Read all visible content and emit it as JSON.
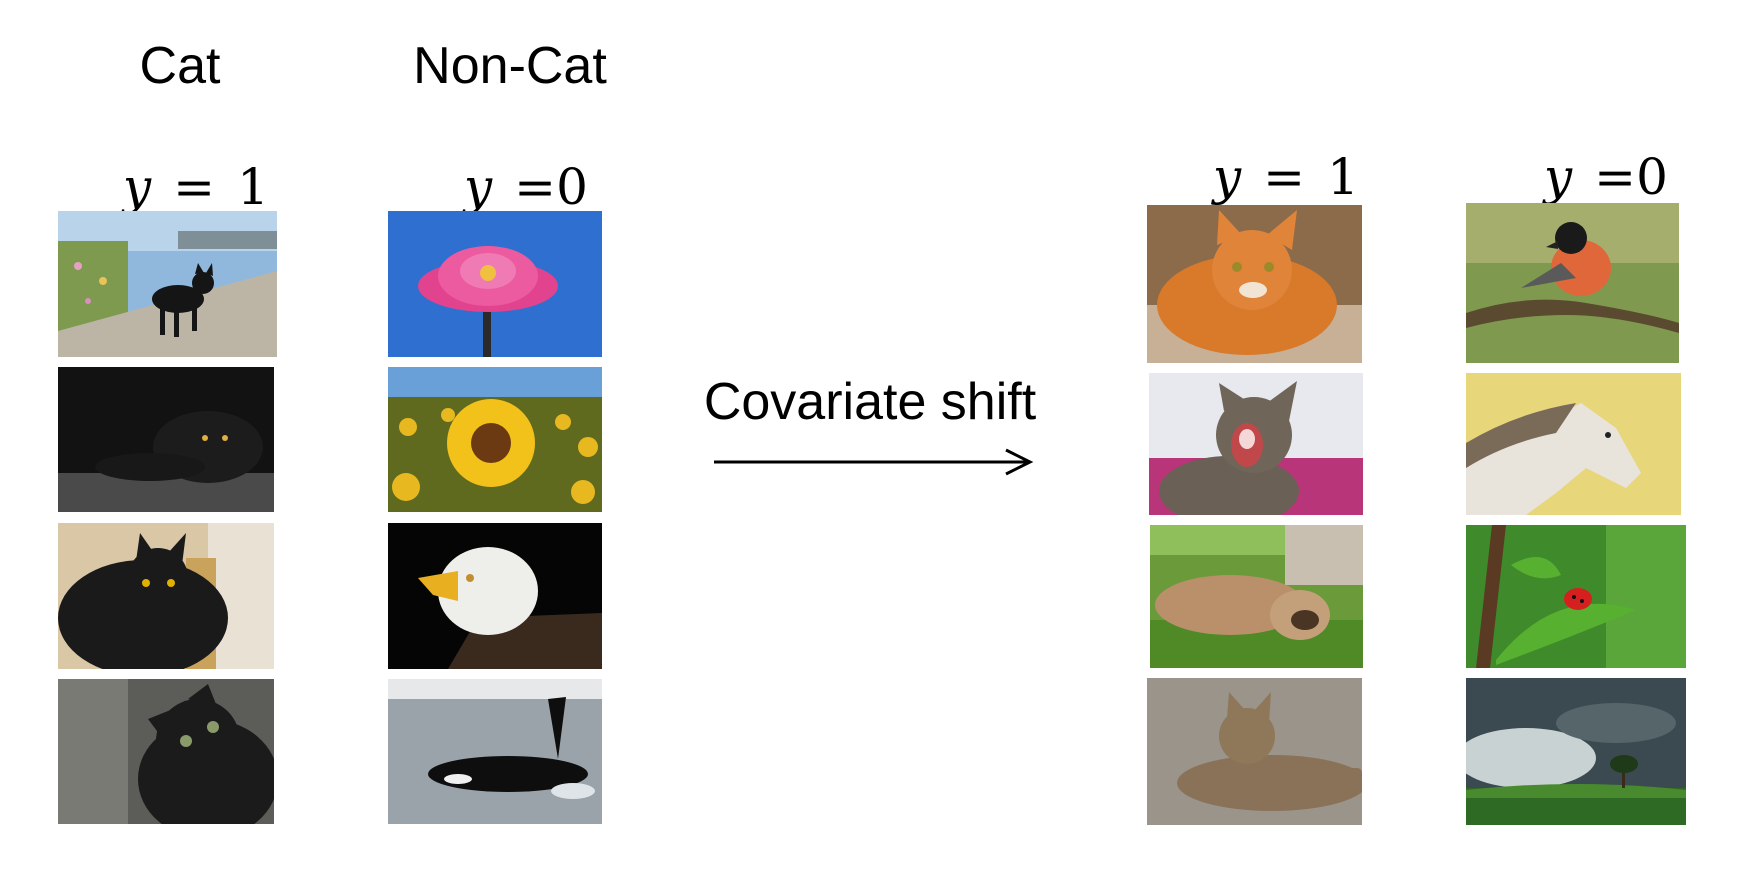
{
  "columns": [
    {
      "heading": "Cat",
      "var": "y",
      "eq": "=",
      "value": "1"
    },
    {
      "heading": "Non-Cat",
      "var": "y",
      "eq": "=",
      "value": "0"
    },
    {
      "heading": "",
      "var": "y",
      "eq": "=",
      "value": "1"
    },
    {
      "heading": "",
      "var": "y",
      "eq": "=",
      "value": "0"
    }
  ],
  "arrow_label": "Covariate shift",
  "images": {
    "source_cat": [
      "black cat on stone wall by sea",
      "black cat lying in dark",
      "black cat on wooden floor",
      "black kitten close-up"
    ],
    "source_noncat": [
      "pink dahlia flower",
      "sunflower field",
      "bald eagle",
      "orca whale"
    ],
    "target_cat": [
      "orange tabby cat in blanket",
      "tabby cat yawning",
      "cat rolling on grass",
      "tabby cat lying on gravel"
    ],
    "target_noncat": [
      "bullfinch bird on branch",
      "white horse",
      "ladybug on leaf",
      "lone tree under stormy sky"
    ]
  }
}
